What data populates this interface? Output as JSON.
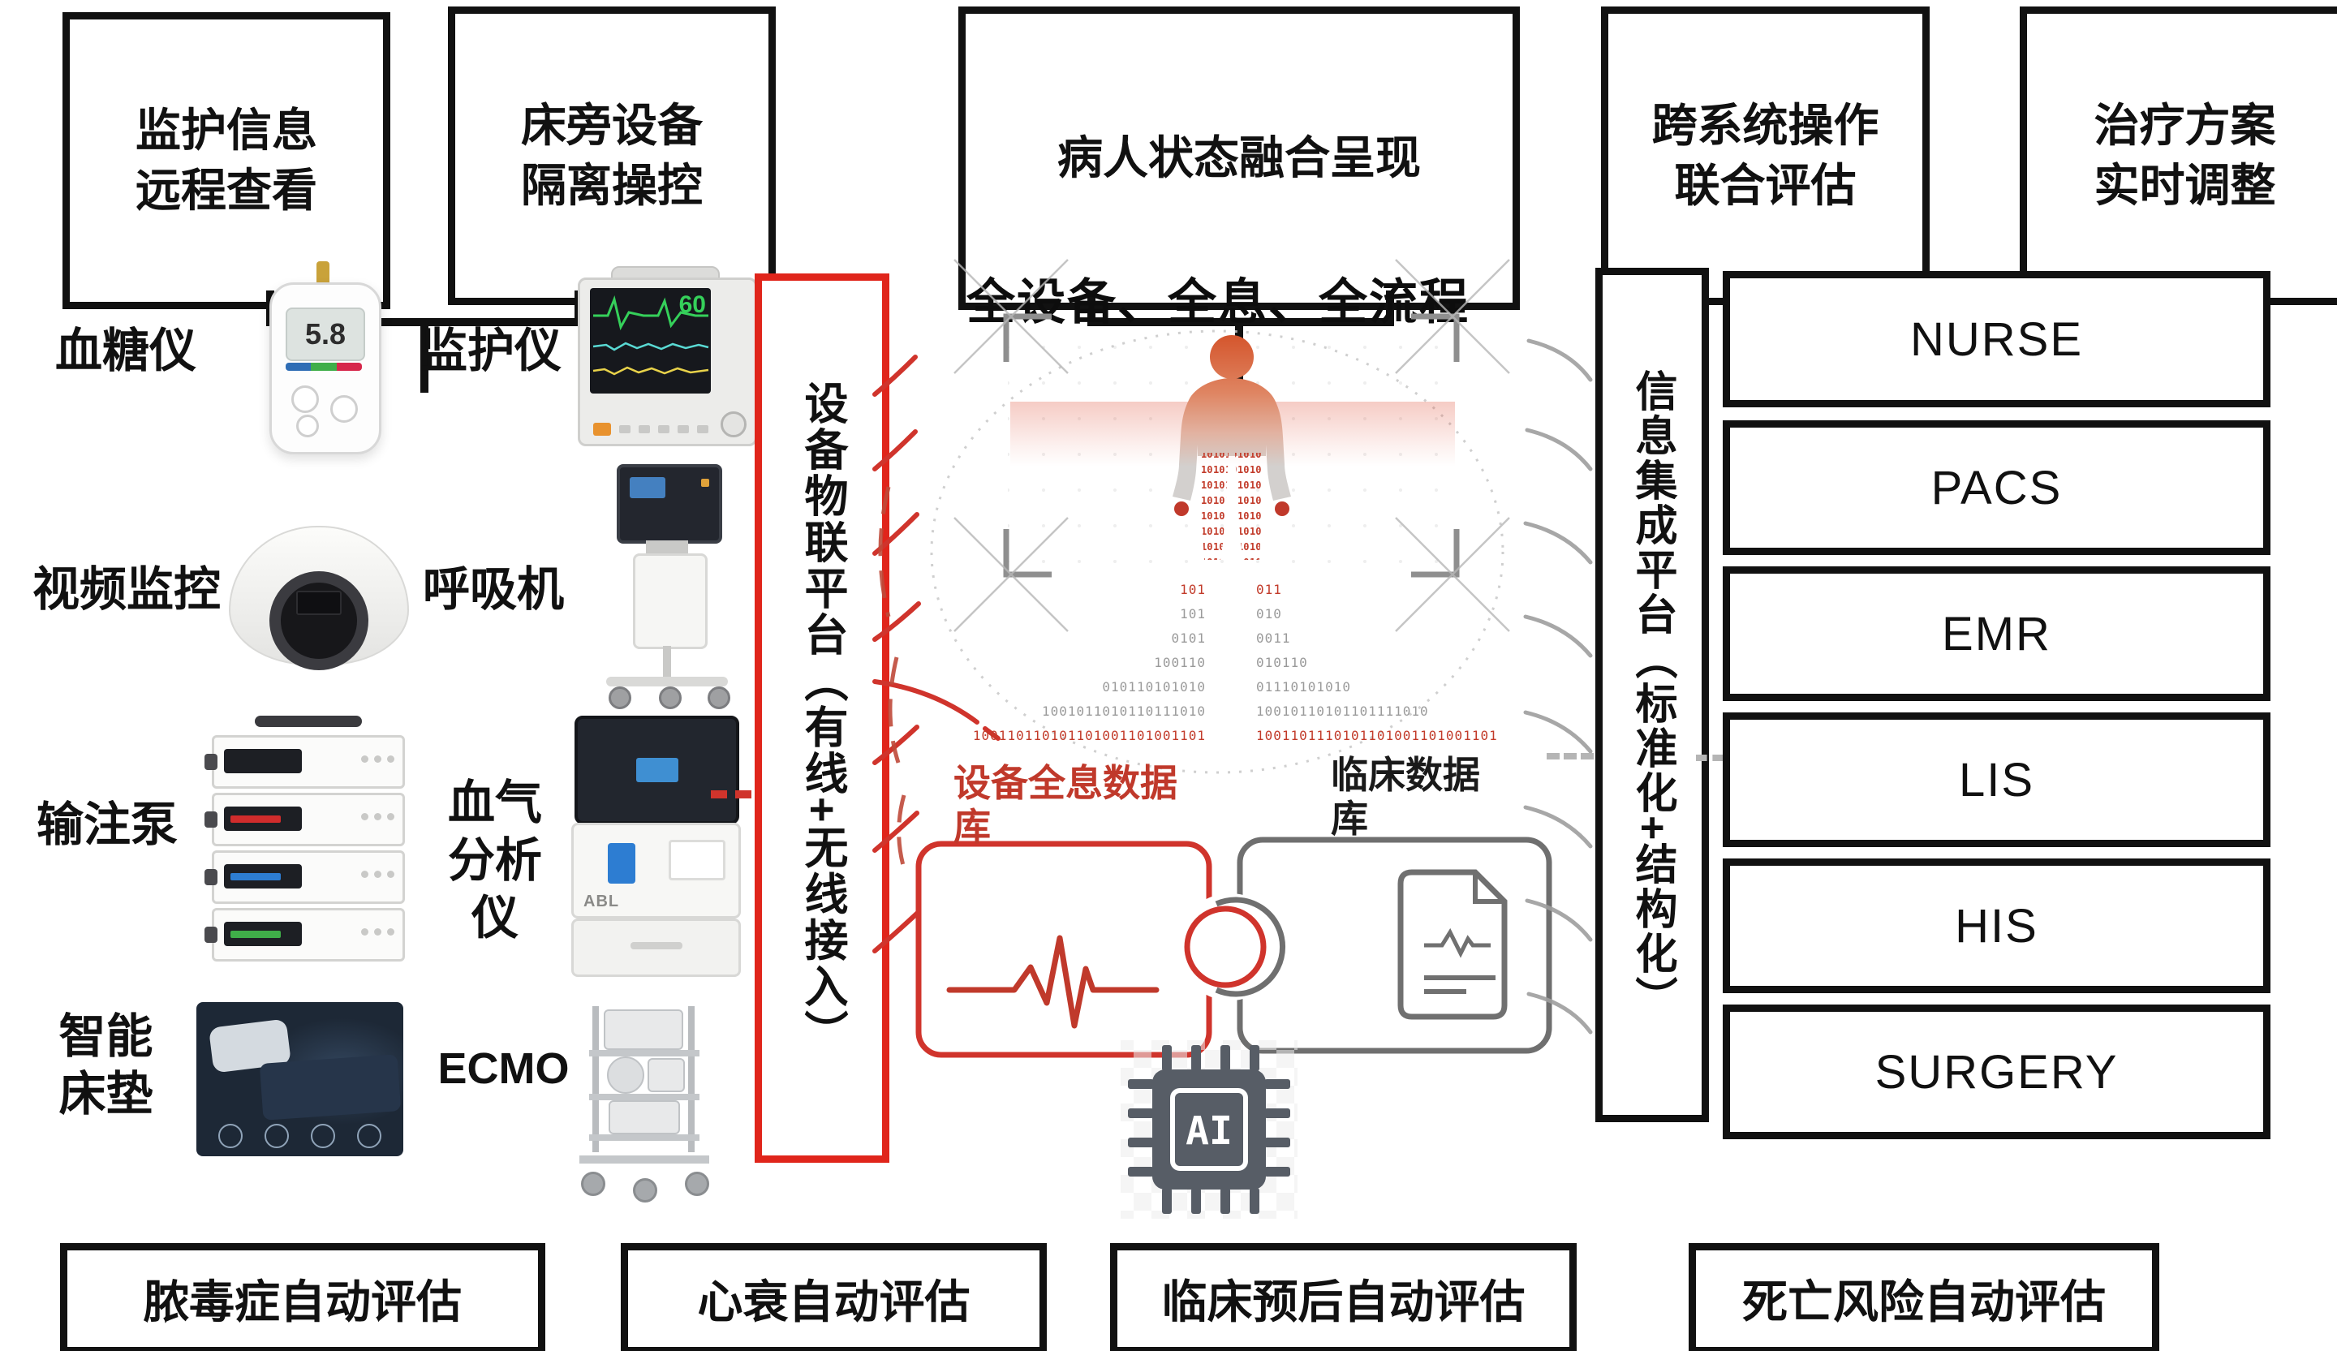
{
  "top_boxes": [
    {
      "label": "监护信息\n远程查看"
    },
    {
      "label": "床旁设备\n隔离操控"
    },
    {
      "label": "病人状态融合呈现"
    },
    {
      "label": "跨系统操作\n联合评估"
    },
    {
      "label": "治疗方案\n实时调整"
    }
  ],
  "devices": {
    "glucose": {
      "label": "血糖仪",
      "reading": "5.8"
    },
    "monitor": {
      "label": "监护仪",
      "reading": "60"
    },
    "camera": {
      "label": "视频监控"
    },
    "ventilator": {
      "label": "呼吸机"
    },
    "pump": {
      "label": "输注泵"
    },
    "bloodgas": {
      "label": "血气\n分析\n仪",
      "brand": "ABL"
    },
    "mattress": {
      "label": "智能\n床垫"
    },
    "ecmo": {
      "label": "ECMO"
    }
  },
  "iot_platform": {
    "label": "设备物联平台（有线+无线接入）",
    "border_color": "#e0251b"
  },
  "center": {
    "title": "全设备、全息、全流程",
    "device_db_label": "设备全息数据\n库",
    "clinical_db_label": "临床数据\n库",
    "ai_chip_label": "AI",
    "binary_rows": [
      {
        "left": "101",
        "right": "011",
        "tone": "red"
      },
      {
        "left": "101",
        "right": "010",
        "tone": "gray"
      },
      {
        "left": "0101",
        "right": "0011",
        "tone": "gray"
      },
      {
        "left": "100110",
        "right": "010110",
        "tone": "gray"
      },
      {
        "left": "010110101010",
        "right": "01110101010",
        "tone": "gray"
      },
      {
        "left": "1001011010110111010",
        "right": "10010110101101111010",
        "tone": "gray"
      },
      {
        "left": "100110110101101001101001101",
        "right": "1001101110101101001101001101",
        "tone": "red"
      }
    ]
  },
  "integration_platform": {
    "label": "信息集成平台（标准化+结构化）",
    "border_color": "#111111"
  },
  "systems": [
    {
      "label": "NURSE"
    },
    {
      "label": "PACS"
    },
    {
      "label": "EMR"
    },
    {
      "label": "LIS"
    },
    {
      "label": "HIS"
    },
    {
      "label": "SURGERY"
    }
  ],
  "bottom_boxes": [
    {
      "label": "脓毒症自动评估"
    },
    {
      "label": "心衰自动评估"
    },
    {
      "label": "临床预后自动评估"
    },
    {
      "label": "死亡风险自动评估"
    }
  ],
  "colors": {
    "accent_red": "#e0251b",
    "deep_red": "#c0392b",
    "black": "#111111",
    "gray_line": "#9e9e9e",
    "chip_gray": "#575d66"
  }
}
